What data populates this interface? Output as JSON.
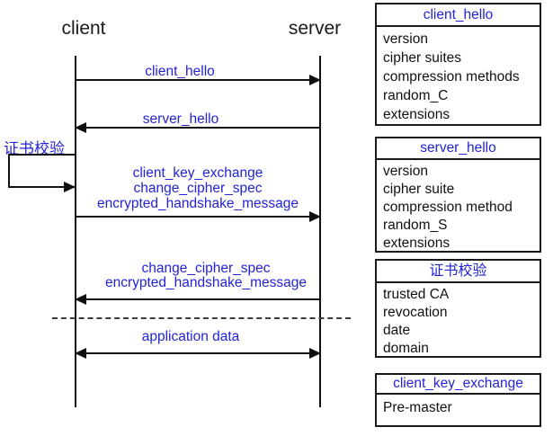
{
  "colors": {
    "accent_blue": "#2323d7",
    "line_black": "#111111",
    "background": "#ffffff"
  },
  "diagram": {
    "client_label": "client",
    "server_label": "server",
    "loop_label": "证书校验",
    "messages": [
      {
        "direction": "right",
        "lines": [
          "client_hello"
        ]
      },
      {
        "direction": "left",
        "lines": [
          "server_hello"
        ]
      },
      {
        "direction": "right",
        "lines": [
          "client_key_exchange",
          "change_cipher_spec",
          "encrypted_handshake_message"
        ]
      },
      {
        "direction": "left",
        "lines": [
          "change_cipher_spec",
          "encrypted_handshake_message"
        ]
      },
      {
        "direction": "both",
        "lines": [
          "application data"
        ]
      }
    ]
  },
  "boxes": [
    {
      "title": "client_hello",
      "items": [
        "version",
        "cipher suites",
        "compression methods",
        "random_C",
        "extensions"
      ]
    },
    {
      "title": "server_hello",
      "items": [
        "version",
        "cipher suite",
        "compression method",
        "random_S",
        "extensions"
      ]
    },
    {
      "title": "证书校验",
      "items": [
        "trusted CA",
        "revocation",
        "date",
        "domain"
      ]
    },
    {
      "title": "client_key_exchange",
      "items": [
        "Pre-master"
      ]
    }
  ]
}
